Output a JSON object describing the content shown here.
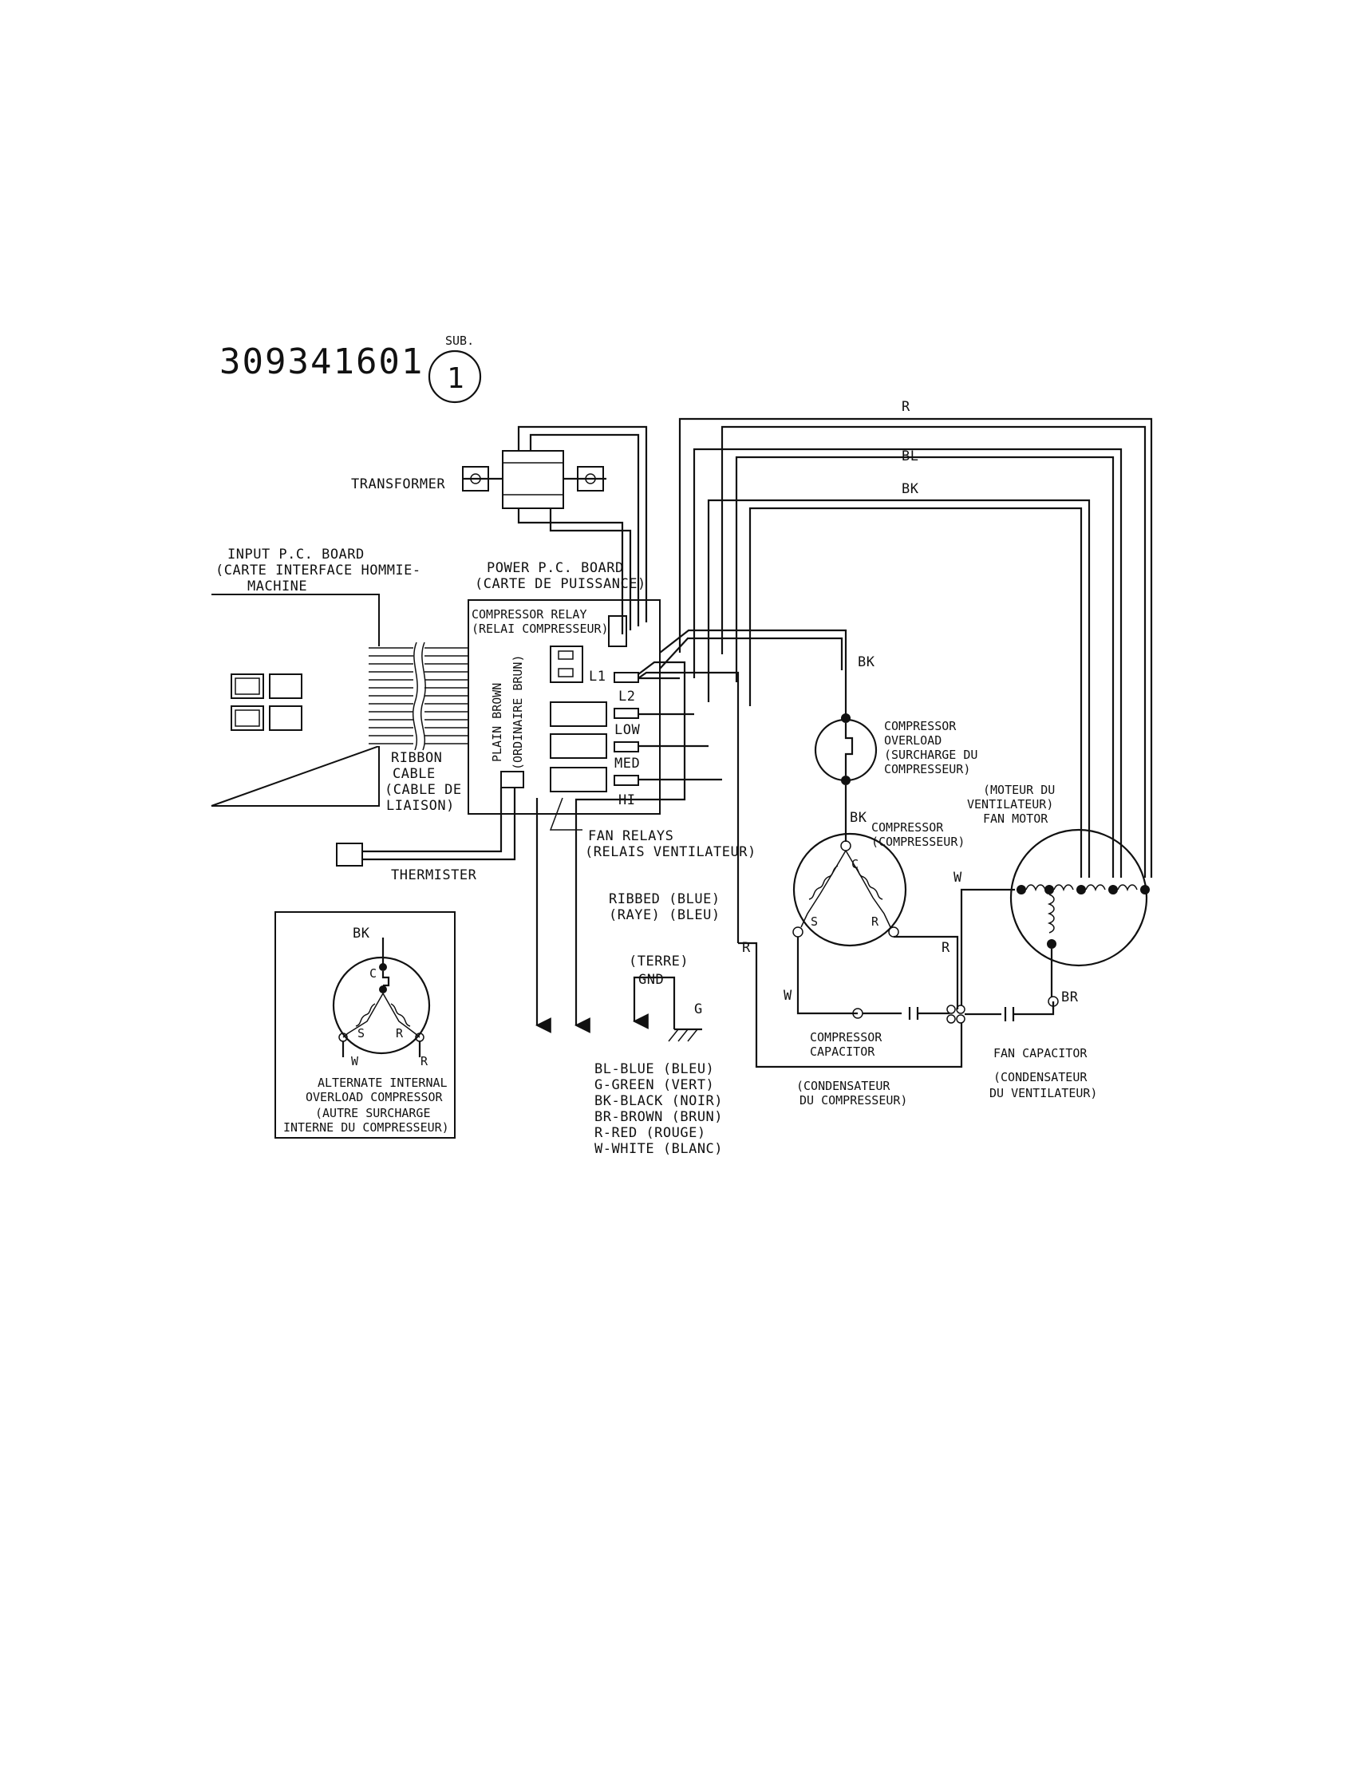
{
  "header": {
    "part_number": "309341601",
    "sub_label": "SUB.",
    "sub_number": "1"
  },
  "components": {
    "transformer": "TRANSFORMER",
    "input_board": [
      "INPUT P.C. BOARD",
      "(CARTE INTERFACE HOMMIE-",
      "MACHINE"
    ],
    "power_board": [
      "POWER P.C. BOARD",
      "(CARTE DE PUISSANCE)"
    ],
    "compressor_relay": [
      "COMPRESSOR RELAY",
      "(RELAI COMPRESSEUR)"
    ],
    "ribbon_cable": [
      "RIBBON",
      "CABLE",
      "(CABLE DE",
      "LIAISON)"
    ],
    "plain_brown": [
      "PLAIN BROWN",
      "(ORDINAIRE BRUN)"
    ],
    "terminals": [
      "L1",
      "L2",
      "LOW",
      "MED",
      "HI"
    ],
    "fan_relays": [
      "FAN RELAYS",
      "(RELAIS VENTILATEUR)"
    ],
    "thermister": "THERMISTER",
    "compressor_overload": [
      "COMPRESSOR",
      "OVERLOAD",
      "(SURCHARGE DU",
      "COMPRESSEUR)"
    ],
    "compressor": [
      "COMPRESSOR",
      "(COMPRESSEUR)"
    ],
    "fan_motor": [
      "(MOTEUR DU",
      "VENTILATEUR)",
      "FAN MOTOR"
    ],
    "compressor_capacitor": [
      "COMPRESSOR",
      "CAPACITOR"
    ],
    "compressor_capacitor_fr": [
      "(CONDENSATEUR",
      "DU COMPRESSEUR)"
    ],
    "fan_capacitor": [
      "FAN CAPACITOR",
      "(CONDENSATEUR",
      "DU VENTILATEUR)"
    ],
    "ribbed": [
      "RIBBED  (BLUE)",
      "(RAYE)  (BLEU)"
    ],
    "ground": [
      "(TERRE)",
      "GND",
      "G"
    ],
    "alternate": [
      "ALTERNATE INTERNAL",
      "OVERLOAD COMPRESSOR",
      "(AUTRE SURCHARGE",
      "INTERNE DU COMPRESSEUR)"
    ]
  },
  "wire_labels": {
    "r": "R",
    "bl": "BL",
    "bk": "BK",
    "w": "W",
    "br": "BR",
    "c": "C",
    "s": "S"
  },
  "legend": [
    "BL-BLUE (BLEU)",
    "G-GREEN (VERT)",
    "BK-BLACK (NOIR)",
    "BR-BROWN (BRUN)",
    "R-RED (ROUGE)",
    "W-WHITE (BLANC)"
  ]
}
